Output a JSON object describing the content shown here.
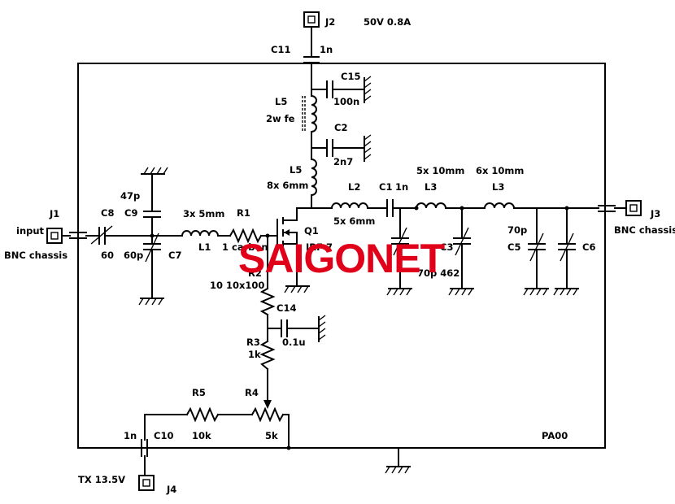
{
  "watermark": "SAIGONET",
  "board_name": "PA00",
  "connectors": {
    "j1": {
      "ref": "J1",
      "name": "input",
      "type": "BNC chassis"
    },
    "j2": {
      "ref": "J2",
      "supply": "50V 0.8A"
    },
    "j3": {
      "ref": "J3",
      "type": "BNC chassis"
    },
    "j4": {
      "ref": "J4",
      "name": "TX 13.5V"
    }
  },
  "components": {
    "c11": {
      "ref": "C11",
      "value": "1n"
    },
    "c15": {
      "ref": "C15",
      "value": "100n"
    },
    "l5_choke": {
      "ref": "L5",
      "value": "2w fe"
    },
    "c2": {
      "ref": "C2",
      "value": "2n7"
    },
    "l5_coil": {
      "ref": "L5",
      "value": "8x 6mm"
    },
    "l2": {
      "ref": "L2",
      "value": "5x 6mm"
    },
    "c1": {
      "ref": "C1",
      "value": "1n"
    },
    "l3a": {
      "ref": "L3",
      "value": "5x 10mm"
    },
    "l3b": {
      "ref": "L3",
      "value": "6x 10mm"
    },
    "c3": {
      "ref": "C3",
      "value": "70p 462"
    },
    "c5": {
      "ref": "C5",
      "value": "70p"
    },
    "c6": {
      "ref": "C6"
    },
    "c8": {
      "ref": "C8",
      "value": "60"
    },
    "c9": {
      "ref": "C9",
      "value": "47p"
    },
    "c7": {
      "ref": "C7",
      "value": "60p"
    },
    "l1": {
      "ref": "L1",
      "value": "3x 5mm"
    },
    "r1": {
      "ref": "R1",
      "value": "1 carbon"
    },
    "q1": {
      "ref": "Q1",
      "value": "IRF 7"
    },
    "r2": {
      "ref": "R2",
      "value": "10 10x100"
    },
    "c14": {
      "ref": "C14",
      "value": "0.1u"
    },
    "r3": {
      "ref": "R3",
      "value": "1k"
    },
    "r4": {
      "ref": "R4",
      "value": "5k"
    },
    "r5": {
      "ref": "R5",
      "value": "10k"
    },
    "c10": {
      "ref": "C10",
      "value": "1n"
    }
  }
}
